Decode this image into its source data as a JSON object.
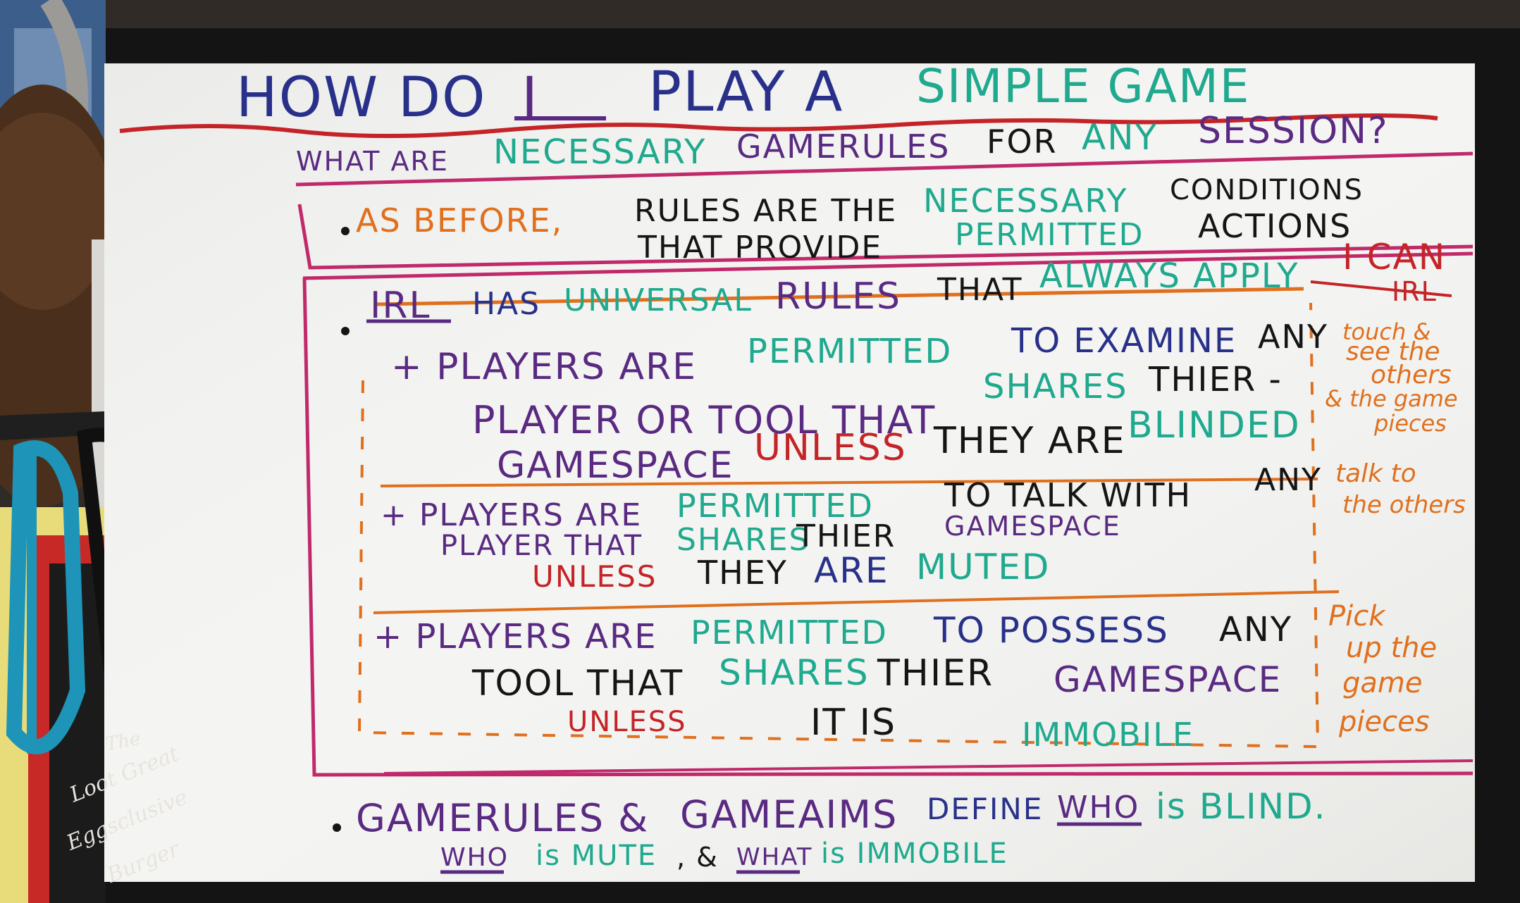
{
  "colors": {
    "purple": "#5a2a82",
    "blue": "#28308a",
    "teal": "#1fa98e",
    "orange": "#e0701e",
    "red": "#c42428",
    "black": "#151515",
    "magenta": "#c12a6a",
    "board": "#f2f3f1",
    "frame": "#141414"
  },
  "title": {
    "how_do": "HOW DO",
    "i": "I",
    "play_a": "PLAY A",
    "simple_game": "SIMPLE GAME"
  },
  "question": {
    "what_are": "WHAT ARE",
    "necessary": "NECESSARY",
    "gamerules": "GAMERULES",
    "for": "FOR",
    "any": "ANY",
    "session": "SESSION?"
  },
  "as_before": {
    "prefix": "AS BEFORE,",
    "rules_are_the": "RULES ARE THE",
    "necessary": "NECESSARY",
    "conditions": "CONDITIONS",
    "that_provide": "THAT PROVIDE",
    "permitted": "PERMITTED",
    "actions": "ACTIONS"
  },
  "irl": {
    "irl": "IRL",
    "has": "HAS",
    "universal": "UNIVERSAL",
    "rules": "RULES",
    "that": "THAT",
    "always_apply": "ALWAYS APPLY",
    "side_title_1": "I CAN",
    "side_title_2": "IRL"
  },
  "rule1": {
    "players_are": "+ PLAYERS ARE",
    "permitted": "PERMITTED",
    "to_examine": "TO EXAMINE",
    "any": "ANY",
    "player_or_tool": "PLAYER OR TOOL THAT",
    "shares": "SHARES",
    "thier": "THIER -",
    "gamespace": "GAMESPACE",
    "unless": "UNLESS",
    "they_are": "THEY ARE",
    "blinded": "BLINDED",
    "side": [
      "touch &",
      "see the",
      "others",
      "& the game",
      "pieces"
    ]
  },
  "rule2": {
    "players_are": "+ PLAYERS ARE",
    "permitted": "PERMITTED",
    "to_talk_with": "TO TALK WITH",
    "any": "ANY",
    "player_that": "PLAYER THAT",
    "shares": "SHARES",
    "thier": "THIER",
    "gamespace": "GAMESPACE",
    "unless": "UNLESS",
    "they": "THEY",
    "are": "ARE",
    "muted": "MUTED",
    "side": [
      "talk to",
      "the others"
    ]
  },
  "rule3": {
    "players_are": "+ PLAYERS ARE",
    "permitted": "PERMITTED",
    "to_possess": "TO POSSESS",
    "any": "ANY",
    "tool_that": "TOOL THAT",
    "shares": "SHARES",
    "thier": "THIER",
    "gamespace": "GAMESPACE",
    "unless": "UNLESS",
    "it_is": "IT IS",
    "immobile": "IMMOBILE",
    "side": [
      "Pick",
      "up the",
      "game",
      "pieces"
    ]
  },
  "footer": {
    "gamerules": "GAMERULES &",
    "gameaims": "GAMEAIMS",
    "define": "DEFINE",
    "who1": "WHO",
    "is_blind": "is BLIND.",
    "who2": "WHO",
    "is_mute": "is MUTE",
    "and": ", &",
    "what": "WHAT",
    "is_immobile": "is IMMOBILE"
  },
  "sign": {
    "line1": "The",
    "line2": "Loot Great",
    "line3": "Eggsclusive",
    "line4": "Burger"
  }
}
